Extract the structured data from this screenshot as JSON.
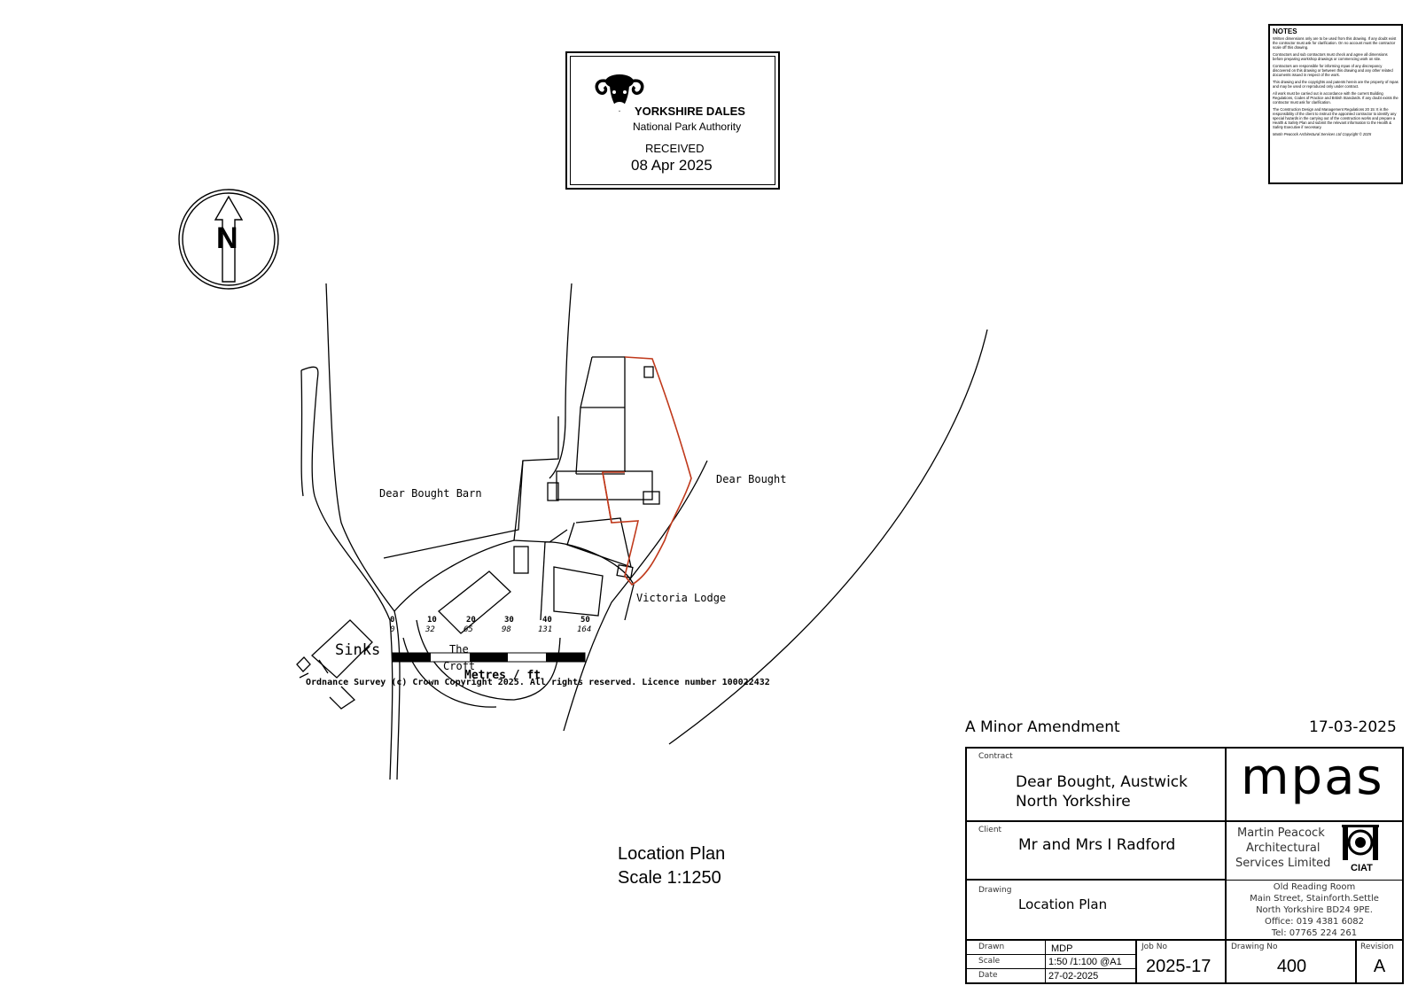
{
  "stamp": {
    "org_name": "YORKSHIRE DALES",
    "org_subtitle": "National Park Authority",
    "received_label": "RECEIVED",
    "received_date": "08 Apr 2025"
  },
  "notes": {
    "title": "NOTES",
    "paragraphs": [
      "Written dimensions only are to be used from this drawing. If any doubt exist the contractor must ask for clarification. On no account must the contractor scale off this drawing.",
      "Contractors and sub contractors must check and agree all dimensions before preparing workshop drawings or commencing work on site.",
      "Contractors are responsible for informing mpas of any discrepancy discovered on this drawing or between this drawing and any other related documents issued in respect of the work.",
      "This drawing and the copyrights and patents herein are the property of mpas and may be used or reproduced only under contract.",
      "All work must be carried out in accordance with the current Building Regulations, Codes of Practice and British Standards. If any doubt exists the contractor must ask for clarification.",
      "The Construction Design and Management Regulations 20 15: It is the responsibility of the client to instruct the appointed contractor to identify any special hazards in the carrying out of the construction works and prepare a Health & Safety Plan and submit the relevant information to the Health & Safety Executive if necessary."
    ],
    "footer": "Martin Peacock Architectural Services Ltd    Copyright © 2025"
  },
  "map": {
    "labels": {
      "dear_bought_barn": "Dear Bought Barn",
      "dear_bought": "Dear Bought",
      "victoria_lodge": "Victoria Lodge",
      "sinks": "Sinks",
      "the": "The",
      "croft": "Croft",
      "copyright": "Ordnance Survey (c) Crown Copyright 2025. All rights reserved. Licence number 100022432"
    },
    "scale_bar": {
      "metres": [
        "0",
        "10",
        "20",
        "30",
        "40",
        "50"
      ],
      "feet": [
        "0",
        "32",
        "65",
        "98",
        "131",
        "164"
      ],
      "unit_label": "Metres / ft"
    },
    "north_label": "N",
    "boundary_color": "#c0391b"
  },
  "caption": {
    "title": "Location Plan",
    "scale": "Scale 1:1250"
  },
  "revision": {
    "text": "A  Minor Amendment",
    "date": "17-03-2025"
  },
  "title_block": {
    "contract_label": "Contract",
    "contract_line1": "Dear Bought, Austwick",
    "contract_line2": "North Yorkshire",
    "client_label": "Client",
    "client": "Mr and Mrs I Radford",
    "drawing_label": "Drawing",
    "drawing": "Location Plan",
    "logo": "mpas",
    "company_line1": "Martin Peacock",
    "company_line2": "Architectural",
    "company_line3": "Services Limited",
    "ciat": "CIAT",
    "address_lines": [
      "Old Reading Room",
      "Main Street, Stainforth.Settle",
      "North Yorkshire BD24 9PE.",
      "Office: 019 4381 6082",
      "Tel: 07765 224 261"
    ],
    "drawn_label": "Drawn",
    "drawn": "MDP",
    "scale_label": "Scale",
    "scale": "1:50 /1:100 @A1",
    "date_label": "Date",
    "date": "27-02-2025",
    "job_no_label": "Job No",
    "job_no": "2025-17",
    "drawing_no_label": "Drawing No",
    "drawing_no": "400",
    "revision_label": "Revision",
    "revision": "A"
  }
}
